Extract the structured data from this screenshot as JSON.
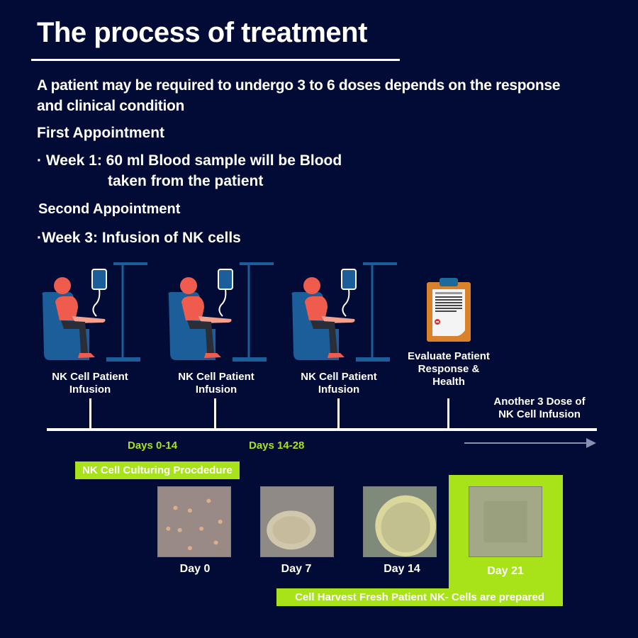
{
  "title": "The process of treatment",
  "intro": "A patient may be required to undergo 3 to 6 doses depends on the response and clinical condition",
  "first_appointment": {
    "heading": "First Appointment",
    "bullet": "· Week 1: 60 ml Blood sample will be Blood",
    "bullet_continued": "taken from the patient"
  },
  "second_appointment": {
    "heading": "Second Appointment",
    "bullet": "·Week 3: Infusion of NK cells"
  },
  "stations": [
    {
      "icon": "patient-infusion-icon",
      "label_line1": "NK Cell Patient",
      "label_line2": "Infusion"
    },
    {
      "icon": "patient-infusion-icon",
      "label_line1": "NK Cell Patient",
      "label_line2": "Infusion"
    },
    {
      "icon": "patient-infusion-icon",
      "label_line1": "NK Cell Patient",
      "label_line2": "Infusion"
    },
    {
      "icon": "clipboard-icon",
      "label_line1": "Evaluate Patient",
      "label_line2": "Response &",
      "label_line3": "Health"
    }
  ],
  "next_step": {
    "line1": "Another 3 Dose of",
    "line2": "NK Cell Infusion",
    "icon": "arrow-right-icon"
  },
  "periods": [
    "Days 0-14",
    "Days 14-28"
  ],
  "culturing_label": "NK Cell Culturing Procdedure",
  "culture_images": [
    {
      "label": "Day 0",
      "icon": "microscope-cells-sparse"
    },
    {
      "label": "Day 7",
      "icon": "microscope-cells-cluster"
    },
    {
      "label": "Day 14",
      "icon": "microscope-cells-large-cluster"
    },
    {
      "label": "Day 21",
      "icon": "microscope-cells-confluent"
    }
  ],
  "harvest_label": "Cell Harvest Fresh Patient NK- Cells are prepared",
  "colors": {
    "background": "#020b35",
    "accent_green": "#a8e31a",
    "text": "#ffffff",
    "chair_blue": "#1b5e9a",
    "patient_shirt": "#ef5b4c",
    "clipboard_orange": "#d9822b"
  }
}
